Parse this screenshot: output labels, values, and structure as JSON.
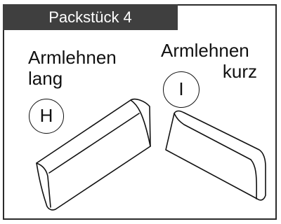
{
  "header": {
    "title": "Packstück 4"
  },
  "items": [
    {
      "name_line1": "Armlehnen",
      "name_line2": "lang",
      "marker": "H"
    },
    {
      "name_line1": "Armlehnen",
      "name_line2": "kurz",
      "marker": "I"
    }
  ],
  "colors": {
    "header_bg": "#3f3f3f",
    "header_text": "#ffffff",
    "ink": "#111111",
    "background": "#ffffff"
  }
}
